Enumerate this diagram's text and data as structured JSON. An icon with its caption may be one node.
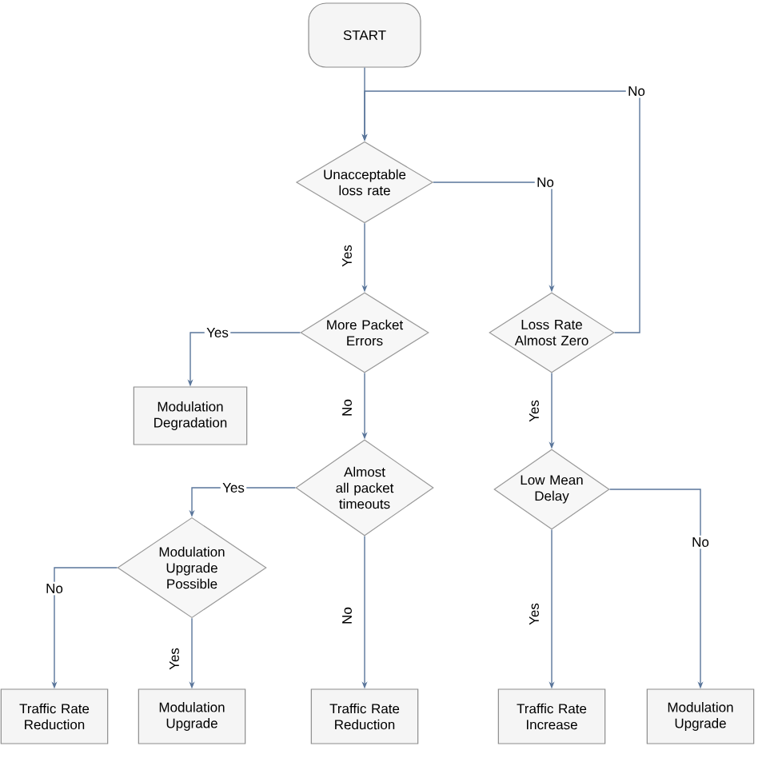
{
  "diagram": {
    "nodes": [
      {
        "text": [
          "START"
        ]
      },
      {
        "text": [
          "Unacceptable loss rate"
        ]
      },
      {
        "text": [
          "More Packet Errors"
        ]
      },
      {
        "text": [
          "Loss Rate Almost Zero"
        ]
      },
      {
        "text": [
          "Modulation Degradation"
        ]
      },
      {
        "text": [
          "Almost all packet timeouts"
        ]
      },
      {
        "text": [
          "Low Mean Delay"
        ]
      },
      {
        "text": [
          "Modulation Upgrade Possible"
        ]
      },
      {
        "text": [
          "Traffic Rate Reduction"
        ]
      },
      {
        "text": [
          "Modulation Upgrade"
        ]
      },
      {
        "text": [
          "Traffic Rate Reduction"
        ]
      },
      {
        "text": [
          "Traffic Rate Increase"
        ]
      },
      {
        "text": [
          "Modulation Upgrade"
        ]
      }
    ],
    "edges": [
      {
        "from": 0,
        "to": 1,
        "arrow": "to"
      },
      {
        "from": 1,
        "to": 2,
        "arrow": "to",
        "label": "Yes"
      },
      {
        "from": 1,
        "to": 3,
        "arrow": "to",
        "label": "No"
      },
      {
        "from": 3,
        "to": 1,
        "arrow": "to",
        "label": "No"
      },
      {
        "from": 2,
        "to": 4,
        "arrow": "to",
        "label": "Yes"
      },
      {
        "from": 2,
        "to": 5,
        "arrow": "to",
        "label": "No"
      },
      {
        "from": 3,
        "to": 6,
        "arrow": "to",
        "label": "Yes"
      },
      {
        "from": 5,
        "to": 7,
        "arrow": "to",
        "label": "Yes"
      },
      {
        "from": 5,
        "to": 10,
        "arrow": "to",
        "label": "No"
      },
      {
        "from": 7,
        "to": 8,
        "arrow": "to",
        "label": "No"
      },
      {
        "from": 7,
        "to": 9,
        "arrow": "to",
        "label": "Yes"
      },
      {
        "from": 6,
        "to": 11,
        "arrow": "to",
        "label": "Yes"
      },
      {
        "from": 6,
        "to": 12,
        "arrow": "to",
        "label": "No"
      }
    ]
  }
}
